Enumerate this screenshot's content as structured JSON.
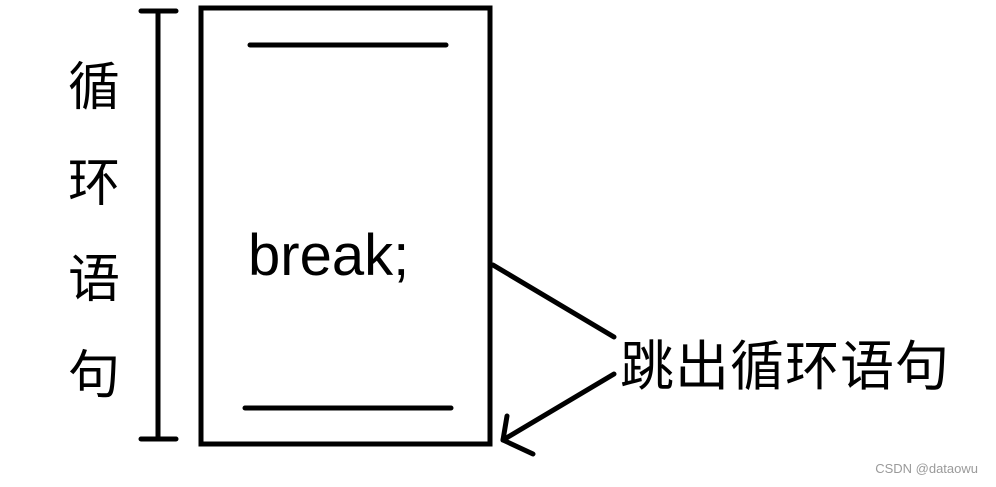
{
  "diagram": {
    "loop_label_chars": [
      "循",
      "环",
      "语",
      "句"
    ],
    "statement": "break;",
    "annotation": "跳出循环语句",
    "stroke_color": "#000000",
    "background": "#ffffff"
  },
  "watermark": "CSDN @dataowu"
}
